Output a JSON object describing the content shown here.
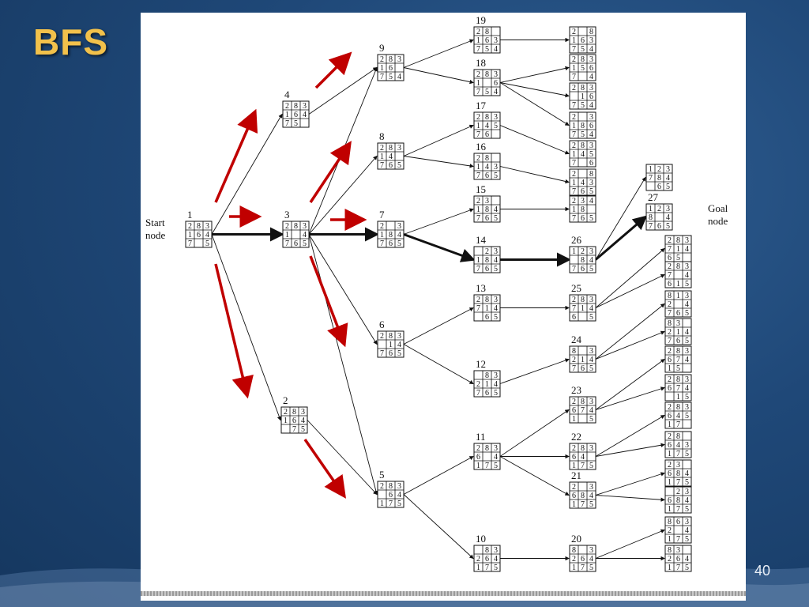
{
  "slide": {
    "title": "BFS",
    "number": "40"
  },
  "diagram": {
    "start_label": [
      "Start",
      "node"
    ],
    "goal_label": [
      "Goal",
      "node"
    ],
    "nodes": [
      {
        "id": "1",
        "cells": [
          "2",
          "8",
          "3",
          "1",
          "6",
          "4",
          "7",
          "",
          "5"
        ]
      },
      {
        "id": "2",
        "cells": [
          "2",
          "8",
          "3",
          "1",
          "6",
          "4",
          "",
          "7",
          "5"
        ]
      },
      {
        "id": "3",
        "cells": [
          "2",
          "8",
          "3",
          "1",
          "",
          "4",
          "7",
          "6",
          "5"
        ]
      },
      {
        "id": "4",
        "cells": [
          "2",
          "8",
          "3",
          "1",
          "6",
          "4",
          "7",
          "5",
          ""
        ]
      },
      {
        "id": "5",
        "cells": [
          "2",
          "8",
          "3",
          "",
          "6",
          "4",
          "1",
          "7",
          "5"
        ]
      },
      {
        "id": "6",
        "cells": [
          "2",
          "8",
          "3",
          "",
          "1",
          "4",
          "7",
          "6",
          "5"
        ]
      },
      {
        "id": "7",
        "cells": [
          "2",
          "",
          "3",
          "1",
          "8",
          "4",
          "7",
          "6",
          "5"
        ]
      },
      {
        "id": "8",
        "cells": [
          "2",
          "8",
          "3",
          "1",
          "4",
          "",
          "7",
          "6",
          "5"
        ]
      },
      {
        "id": "9",
        "cells": [
          "2",
          "8",
          "3",
          "1",
          "6",
          "",
          "7",
          "5",
          "4"
        ]
      },
      {
        "id": "10",
        "cells": [
          "",
          "8",
          "3",
          "2",
          "6",
          "4",
          "1",
          "7",
          "5"
        ]
      },
      {
        "id": "11",
        "cells": [
          "2",
          "8",
          "3",
          "6",
          "",
          "4",
          "1",
          "7",
          "5"
        ]
      },
      {
        "id": "12",
        "cells": [
          "",
          "8",
          "3",
          "2",
          "1",
          "4",
          "7",
          "6",
          "5"
        ]
      },
      {
        "id": "13",
        "cells": [
          "2",
          "8",
          "3",
          "7",
          "1",
          "4",
          "",
          "6",
          "5"
        ]
      },
      {
        "id": "14",
        "cells": [
          "",
          "2",
          "3",
          "1",
          "8",
          "4",
          "7",
          "6",
          "5"
        ]
      },
      {
        "id": "15",
        "cells": [
          "2",
          "3",
          "",
          "1",
          "8",
          "4",
          "7",
          "6",
          "5"
        ]
      },
      {
        "id": "16",
        "cells": [
          "2",
          "8",
          "",
          "1",
          "4",
          "3",
          "7",
          "6",
          "5"
        ]
      },
      {
        "id": "17",
        "cells": [
          "2",
          "8",
          "3",
          "1",
          "4",
          "5",
          "7",
          "6",
          ""
        ]
      },
      {
        "id": "18",
        "cells": [
          "2",
          "8",
          "3",
          "1",
          "",
          "6",
          "7",
          "5",
          "4"
        ]
      },
      {
        "id": "19",
        "cells": [
          "2",
          "8",
          "",
          "1",
          "6",
          "3",
          "7",
          "5",
          "4"
        ]
      },
      {
        "id": "20",
        "cells": [
          "8",
          "",
          "3",
          "2",
          "6",
          "4",
          "1",
          "7",
          "5"
        ]
      },
      {
        "id": "21",
        "cells": [
          "2",
          "",
          "3",
          "6",
          "8",
          "4",
          "1",
          "7",
          "5"
        ]
      },
      {
        "id": "22",
        "cells": [
          "2",
          "8",
          "3",
          "6",
          "4",
          "",
          "1",
          "7",
          "5"
        ]
      },
      {
        "id": "23",
        "cells": [
          "2",
          "8",
          "3",
          "6",
          "7",
          "4",
          "1",
          "",
          "5"
        ]
      },
      {
        "id": "24",
        "cells": [
          "8",
          "",
          "3",
          "2",
          "1",
          "4",
          "7",
          "6",
          "5"
        ]
      },
      {
        "id": "25",
        "cells": [
          "2",
          "8",
          "3",
          "7",
          "1",
          "4",
          "6",
          "",
          "5"
        ]
      },
      {
        "id": "26",
        "cells": [
          "1",
          "2",
          "3",
          "",
          "8",
          "4",
          "7",
          "6",
          "5"
        ]
      },
      {
        "id": "27",
        "cells": [
          "1",
          "2",
          "3",
          "8",
          "",
          "4",
          "7",
          "6",
          "5"
        ]
      },
      {
        "id": "",
        "cells": [
          "2",
          "",
          "8",
          "1",
          "6",
          "3",
          "7",
          "5",
          "4"
        ]
      },
      {
        "id": "",
        "cells": [
          "2",
          "8",
          "3",
          "1",
          "5",
          "6",
          "7",
          "",
          "4"
        ]
      },
      {
        "id": "",
        "cells": [
          "2",
          "",
          "3",
          "1",
          "8",
          "6",
          "7",
          "5",
          "4"
        ]
      },
      {
        "id": "",
        "cells": [
          "2",
          "8",
          "3",
          "",
          "1",
          "6",
          "7",
          "5",
          "4"
        ]
      },
      {
        "id": "",
        "cells": [
          "2",
          "8",
          "3",
          "1",
          "4",
          "5",
          "7",
          "",
          "6"
        ]
      },
      {
        "id": "",
        "cells": [
          "2",
          "",
          "8",
          "1",
          "4",
          "3",
          "7",
          "6",
          "5"
        ]
      },
      {
        "id": "",
        "cells": [
          "2",
          "3",
          "4",
          "1",
          "8",
          "",
          "7",
          "6",
          "5"
        ]
      },
      {
        "id": "",
        "cells": [
          "1",
          "2",
          "3",
          "7",
          "8",
          "4",
          "",
          "6",
          "5"
        ]
      },
      {
        "id": "",
        "cells": [
          "2",
          "8",
          "3",
          "7",
          "1",
          "4",
          "6",
          "5",
          ""
        ]
      },
      {
        "id": "",
        "cells": [
          "2",
          "8",
          "3",
          "7",
          "",
          "4",
          "6",
          "1",
          "5"
        ]
      },
      {
        "id": "",
        "cells": [
          "8",
          "1",
          "3",
          "2",
          "",
          "4",
          "7",
          "6",
          "5"
        ]
      },
      {
        "id": "",
        "cells": [
          "8",
          "3",
          "",
          "2",
          "1",
          "4",
          "7",
          "6",
          "5"
        ]
      },
      {
        "id": "",
        "cells": [
          "2",
          "8",
          "3",
          "6",
          "7",
          "4",
          "1",
          "5",
          ""
        ]
      },
      {
        "id": "",
        "cells": [
          "2",
          "8",
          "3",
          "6",
          "7",
          "4",
          "",
          "1",
          "5"
        ]
      },
      {
        "id": "",
        "cells": [
          "2",
          "8",
          "3",
          "6",
          "4",
          "5",
          "1",
          "7",
          ""
        ]
      },
      {
        "id": "",
        "cells": [
          "2",
          "8",
          "",
          "6",
          "4",
          "3",
          "1",
          "7",
          "5"
        ]
      },
      {
        "id": "",
        "cells": [
          "2",
          "3",
          "",
          "6",
          "8",
          "4",
          "1",
          "7",
          "5"
        ]
      },
      {
        "id": "",
        "cells": [
          "",
          "2",
          "3",
          "6",
          "8",
          "4",
          "1",
          "7",
          "5"
        ]
      },
      {
        "id": "",
        "cells": [
          "8",
          "6",
          "3",
          "2",
          "",
          "4",
          "1",
          "7",
          "5"
        ]
      },
      {
        "id": "",
        "cells": [
          "8",
          "3",
          "",
          "2",
          "6",
          "4",
          "1",
          "7",
          "5"
        ]
      }
    ],
    "edges": [
      [
        "1",
        "2"
      ],
      [
        "1",
        "3"
      ],
      [
        "1",
        "4"
      ],
      [
        "3",
        "5"
      ],
      [
        "3",
        "6"
      ],
      [
        "3",
        "7"
      ],
      [
        "3",
        "8"
      ],
      [
        "3",
        "9"
      ],
      [
        "4",
        "9"
      ],
      [
        "2",
        "5"
      ],
      [
        "5",
        "10"
      ],
      [
        "5",
        "11"
      ],
      [
        "6",
        "12"
      ],
      [
        "6",
        "13"
      ],
      [
        "7",
        "14"
      ],
      [
        "7",
        "15"
      ],
      [
        "8",
        "16"
      ],
      [
        "8",
        "17"
      ],
      [
        "9",
        "18"
      ],
      [
        "9",
        "19"
      ],
      [
        "10",
        "20"
      ],
      [
        "11",
        "21"
      ],
      [
        "11",
        "22"
      ],
      [
        "11",
        "23"
      ],
      [
        "12",
        "24"
      ],
      [
        "13",
        "25"
      ],
      [
        "14",
        "26"
      ],
      [
        "15",
        "l6"
      ],
      [
        "16",
        "l7"
      ],
      [
        "17",
        "l5"
      ],
      [
        "18",
        "l2"
      ],
      [
        "18",
        "l3"
      ],
      [
        "18",
        "l4"
      ],
      [
        "19",
        "l1"
      ],
      [
        "26",
        "27"
      ],
      [
        "26",
        "l8"
      ],
      [
        "25",
        "l9"
      ],
      [
        "25",
        "l10"
      ],
      [
        "24",
        "l11"
      ],
      [
        "24",
        "l12"
      ],
      [
        "23",
        "l13"
      ],
      [
        "23",
        "l14"
      ],
      [
        "22",
        "l15"
      ],
      [
        "22",
        "l16"
      ],
      [
        "21",
        "l17"
      ],
      [
        "21",
        "l18"
      ],
      [
        "20",
        "l19"
      ],
      [
        "20",
        "l20"
      ]
    ],
    "solution_path": [
      "1",
      "3",
      "7",
      "14",
      "26",
      "27"
    ]
  },
  "colors": {
    "title": "#f2c14b",
    "arrow": "#c00000",
    "panel": "#ffffff",
    "background": "#1f4878"
  }
}
